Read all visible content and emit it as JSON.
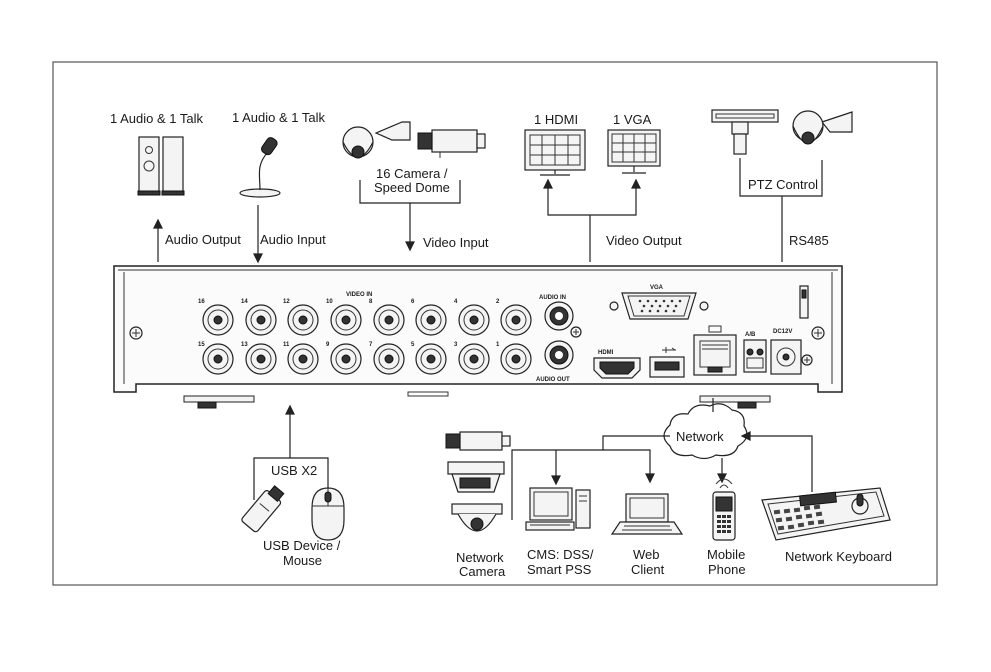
{
  "labels": {
    "audio_out_device": "1 Audio  & 1 Talk",
    "audio_in_device": "1 Audio & 1 Talk",
    "camera_line1": "16  Camera /",
    "camera_line2": "Speed Dome",
    "hdmi": "1 HDMI",
    "vga": "1 VGA",
    "ptz": "PTZ Control",
    "audio_output": "Audio  Output",
    "audio_input": "Audio  Input",
    "video_input": "Video Input",
    "video_output": "Video Output",
    "rs485": "RS485",
    "usb_x2": "USB X2",
    "usb_device_line1": "USB Device /",
    "usb_device_line2": "Mouse",
    "network": "Network",
    "network_camera_line1": "Network",
    "network_camera_line2": "Camera",
    "cms_line1": "CMS: DSS/",
    "cms_line2": "Smart PSS",
    "web_line1": "Web",
    "web_line2": "Client",
    "mobile_line1": "Mobile",
    "mobile_line2": "Phone",
    "keyboard": "Network Keyboard"
  },
  "panel": {
    "video_in": "VIDEO IN",
    "audio_in": "AUDIO IN",
    "audio_out": "AUDIO OUT",
    "vga": "VGA",
    "hdmi": "HDMI",
    "ab": "A/B",
    "dc": "DC12V",
    "top_numbers": [
      "16",
      "14",
      "12",
      "10",
      "8",
      "6",
      "4",
      "2"
    ],
    "bottom_numbers": [
      "15",
      "13",
      "11",
      "9",
      "7",
      "5",
      "3",
      "1"
    ]
  }
}
